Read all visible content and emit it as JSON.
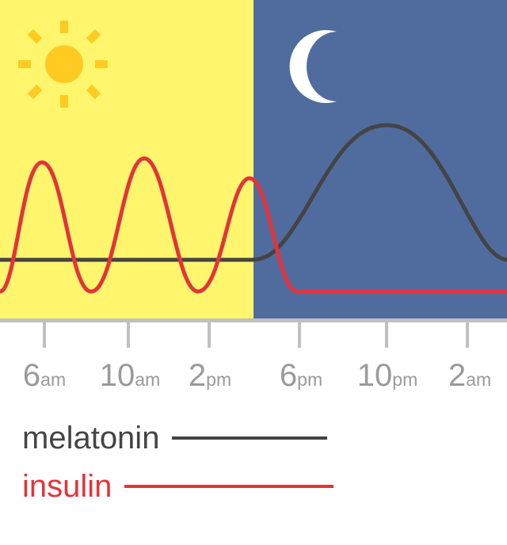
{
  "colors": {
    "day_background": "#fff66e",
    "night_background": "#506c9f",
    "sun": "#fecb22",
    "moon": "#ffffff",
    "melatonin": "#444444",
    "insulin": "#e3343a",
    "axis": "#c0c0c0",
    "tick_label": "#9a9a9a"
  },
  "icons": {
    "day": "sun-icon",
    "night": "moon-icon"
  },
  "ticks": [
    {
      "num": "6",
      "unit": "am"
    },
    {
      "num": "10",
      "unit": "am"
    },
    {
      "num": "2",
      "unit": "pm"
    },
    {
      "num": "6",
      "unit": "pm"
    },
    {
      "num": "10",
      "unit": "pm"
    },
    {
      "num": "2",
      "unit": "am"
    }
  ],
  "legend": {
    "melatonin": "melatonin",
    "insulin": "insulin"
  }
}
